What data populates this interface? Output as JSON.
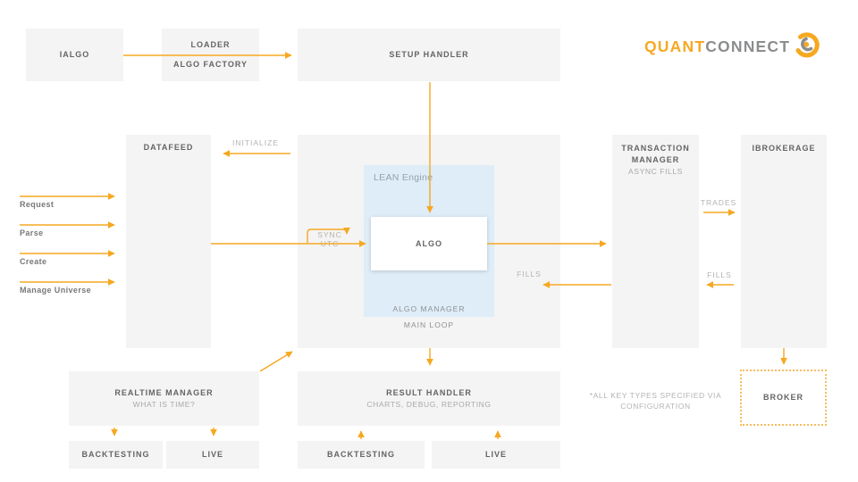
{
  "logo": {
    "part1": "QUANT",
    "part2": "CONNECT"
  },
  "colors": {
    "accent_orange": "#f6a821",
    "box_fill": "#f4f4f4",
    "lean_fill": "#deedf8",
    "title_text": "#636466",
    "muted_text": "#a9a9ab"
  },
  "boxes": {
    "ialgo": {
      "title": "IALGO"
    },
    "loader": {
      "title": "LOADER",
      "subtitle": "ALGO FACTORY"
    },
    "setup_handler": {
      "title": "SETUP HANDLER"
    },
    "datafeed": {
      "title": "DATAFEED"
    },
    "lean_engine": {
      "title": "LEAN Engine"
    },
    "algo": {
      "title": "ALGO"
    },
    "algo_manager_label": "ALGO MANAGER",
    "main_loop_label": "MAIN LOOP",
    "transaction_manager": {
      "title_line1": "TRANSACTION",
      "title_line2": "MANAGER",
      "subtitle": "ASYNC FILLS"
    },
    "ibrokerage": {
      "title": "IBROKERAGE"
    },
    "realtime_manager": {
      "title": "REALTIME MANAGER",
      "subtitle": "WHAT IS TIME?"
    },
    "backtesting_left": {
      "title": "BACKTESTING"
    },
    "live_left": {
      "title": "LIVE"
    },
    "result_handler": {
      "title": "RESULT HANDLER",
      "subtitle": "CHARTS, DEBUG, REPORTING"
    },
    "backtesting_center": {
      "title": "BACKTESTING"
    },
    "live_center": {
      "title": "LIVE"
    },
    "broker": {
      "title": "BROKER"
    }
  },
  "arrow_labels": {
    "initialize": "INITIALIZE",
    "sync_utc": "SYNC UTC",
    "fills_left": "FILLS",
    "trades": "TRADES",
    "fills_right": "FILLS"
  },
  "left_labels": [
    "Request",
    "Parse",
    "Create",
    "Manage Universe"
  ],
  "note": {
    "line1": "*ALL KEY TYPES SPECIFIED VIA",
    "line2": "CONFIGURATION"
  }
}
